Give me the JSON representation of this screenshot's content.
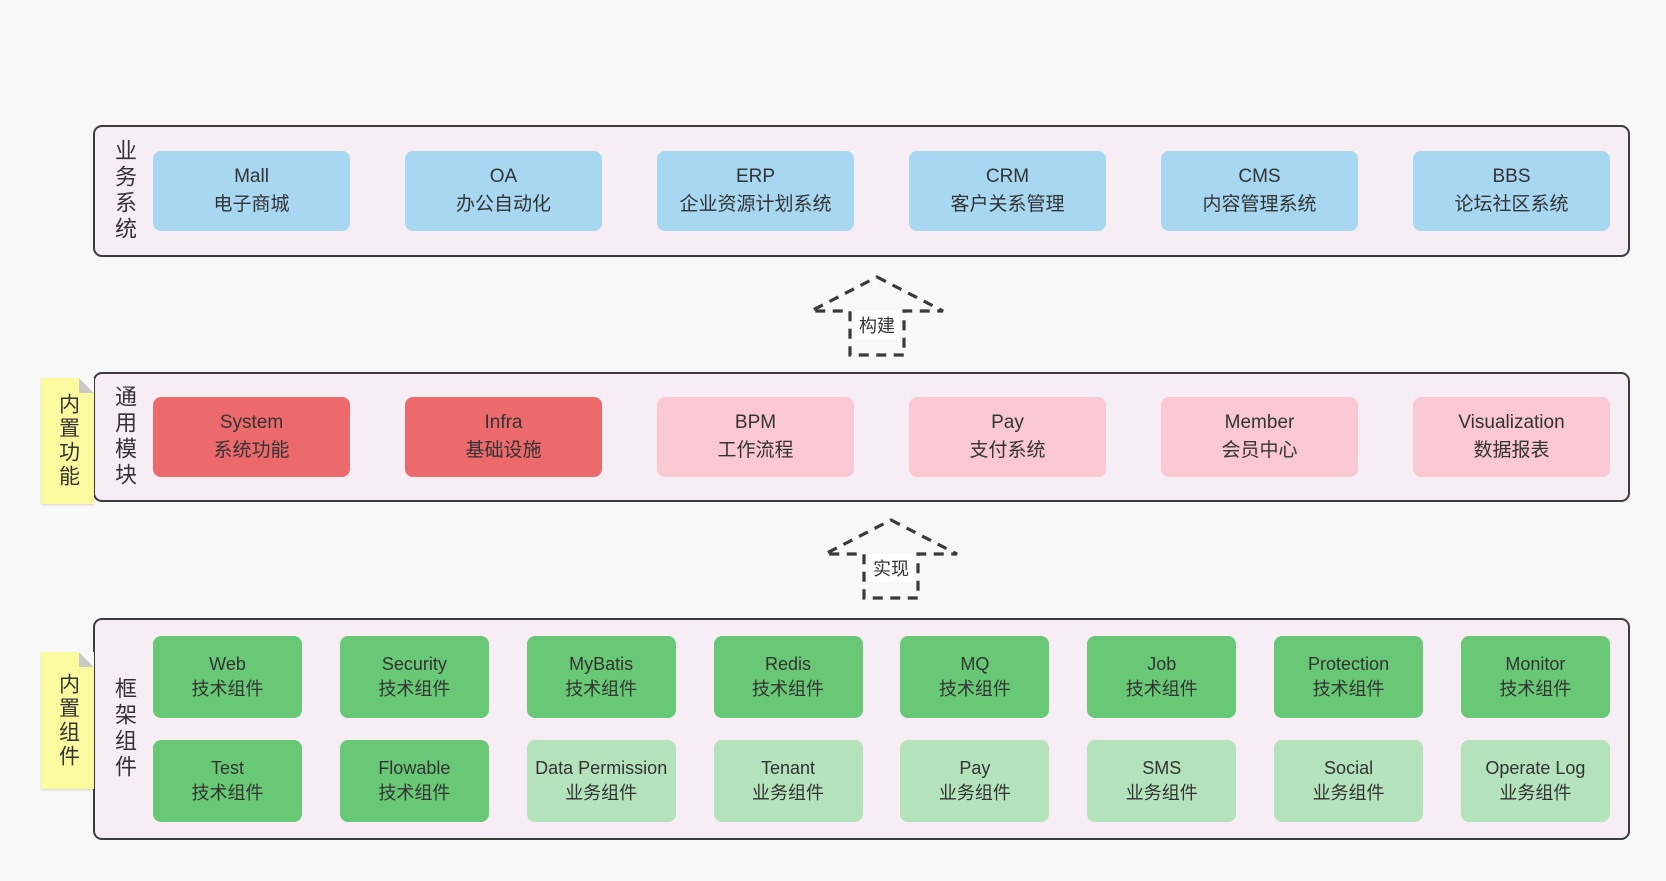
{
  "bands": [
    {
      "id": "business-systems",
      "label": "业务系统",
      "boxes": [
        {
          "title": "Mall",
          "subtitle": "电子商城",
          "variant": "blue"
        },
        {
          "title": "OA",
          "subtitle": "办公自动化",
          "variant": "blue"
        },
        {
          "title": "ERP",
          "subtitle": "企业资源计划系统",
          "variant": "blue"
        },
        {
          "title": "CRM",
          "subtitle": "客户关系管理",
          "variant": "blue"
        },
        {
          "title": "CMS",
          "subtitle": "内容管理系统",
          "variant": "blue"
        },
        {
          "title": "BBS",
          "subtitle": "论坛社区系统",
          "variant": "blue"
        }
      ]
    },
    {
      "id": "common-modules",
      "label": "通用模块",
      "note": "内置功能",
      "boxes": [
        {
          "title": "System",
          "subtitle": "系统功能",
          "variant": "red"
        },
        {
          "title": "Infra",
          "subtitle": "基础设施",
          "variant": "red"
        },
        {
          "title": "BPM",
          "subtitle": "工作流程",
          "variant": "pink"
        },
        {
          "title": "Pay",
          "subtitle": "支付系统",
          "variant": "pink"
        },
        {
          "title": "Member",
          "subtitle": "会员中心",
          "variant": "pink"
        },
        {
          "title": "Visualization",
          "subtitle": "数据报表",
          "variant": "pink"
        }
      ]
    },
    {
      "id": "framework-components",
      "label": "框架组件",
      "note": "内置组件",
      "rows": [
        [
          {
            "title": "Web",
            "subtitle": "技术组件",
            "variant": "green"
          },
          {
            "title": "Security",
            "subtitle": "技术组件",
            "variant": "green"
          },
          {
            "title": "MyBatis",
            "subtitle": "技术组件",
            "variant": "green"
          },
          {
            "title": "Redis",
            "subtitle": "技术组件",
            "variant": "green"
          },
          {
            "title": "MQ",
            "subtitle": "技术组件",
            "variant": "green"
          },
          {
            "title": "Job",
            "subtitle": "技术组件",
            "variant": "green"
          },
          {
            "title": "Protection",
            "subtitle": "技术组件",
            "variant": "green"
          },
          {
            "title": "Monitor",
            "subtitle": "技术组件",
            "variant": "green"
          }
        ],
        [
          {
            "title": "Test",
            "subtitle": "技术组件",
            "variant": "green"
          },
          {
            "title": "Flowable",
            "subtitle": "技术组件",
            "variant": "green"
          },
          {
            "title": "Data Permission",
            "subtitle": "业务组件",
            "variant": "lightgreen"
          },
          {
            "title": "Tenant",
            "subtitle": "业务组件",
            "variant": "lightgreen"
          },
          {
            "title": "Pay",
            "subtitle": "业务组件",
            "variant": "lightgreen"
          },
          {
            "title": "SMS",
            "subtitle": "业务组件",
            "variant": "lightgreen"
          },
          {
            "title": "Social",
            "subtitle": "业务组件",
            "variant": "lightgreen"
          },
          {
            "title": "Operate Log",
            "subtitle": "业务组件",
            "variant": "lightgreen"
          }
        ]
      ]
    }
  ],
  "arrows": [
    {
      "label": "构建"
    },
    {
      "label": "实现"
    }
  ],
  "colors": {
    "page_bg": "#f8f8f8",
    "band_bg": "#f7eef5",
    "band_border": "#3c3c3c",
    "blue": "#a7d7f1",
    "red": "#ec6a6c",
    "pink": "#f9c8d2",
    "green": "#68c875",
    "light_green": "#b4e2ba",
    "sticky_yellow": "#fbfa9e",
    "text": "#333333"
  }
}
